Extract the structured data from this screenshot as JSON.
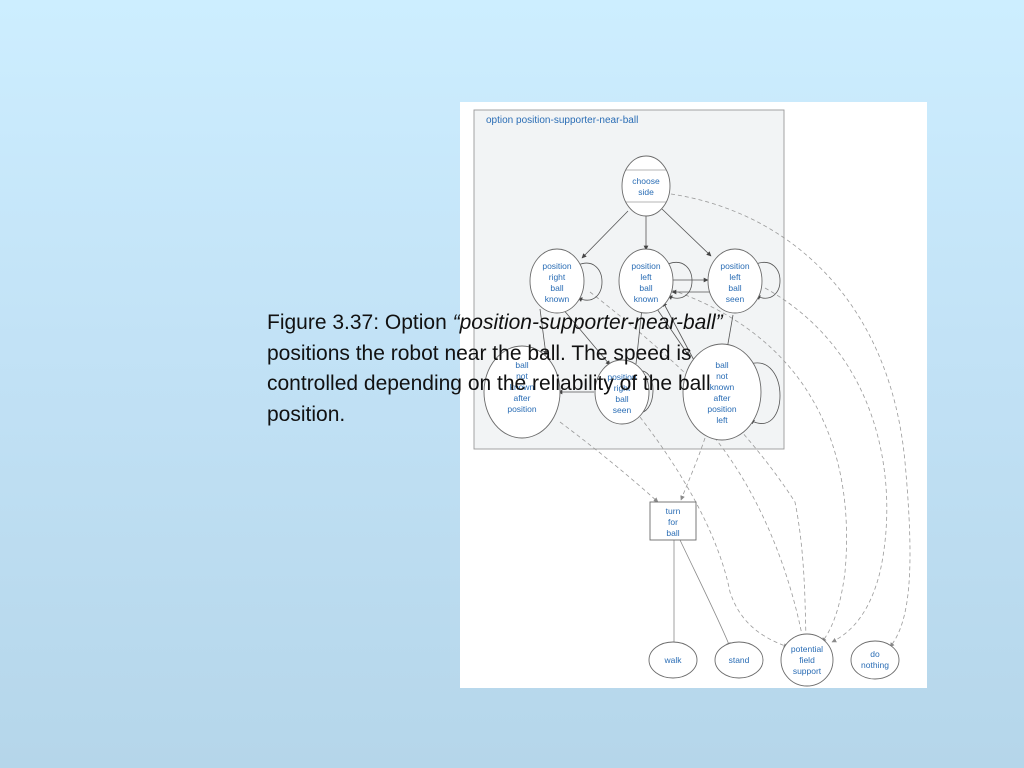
{
  "caption": {
    "part1": "Figure 3.37: Option ",
    "italic": "“position-supporter-near-ball”",
    "part2": " positions the robot near the ball. The speed is controlled depending on the reliability of the ball position."
  },
  "diagram": {
    "option_title": "option position-supporter-near-ball",
    "states": {
      "choose_side": [
        "choose",
        "side"
      ],
      "pos_right_known": [
        "position",
        "right",
        "ball",
        "known"
      ],
      "pos_left_known": [
        "position",
        "left",
        "ball",
        "known"
      ],
      "pos_left_seen": [
        "position",
        "left",
        "ball",
        "seen"
      ],
      "ball_not_known_right": [
        "ball",
        "not",
        "known",
        "after",
        "position"
      ],
      "pos_right_seen": [
        "position",
        "right",
        "ball",
        "seen"
      ],
      "ball_not_known_left": [
        "ball",
        "not",
        "known",
        "after",
        "position",
        "left"
      ]
    },
    "basic_behavior": [
      "turn",
      "for",
      "ball"
    ],
    "outputs": {
      "walk": [
        "walk"
      ],
      "stand": [
        "stand"
      ],
      "potential_field_support": [
        "potential",
        "field",
        "support"
      ],
      "do_nothing": [
        "do",
        "nothing"
      ]
    }
  },
  "colors": {
    "node_text": "#2a6db5",
    "node_stroke": "#6b6b6b",
    "option_box_fill": "#f2f4f5"
  }
}
